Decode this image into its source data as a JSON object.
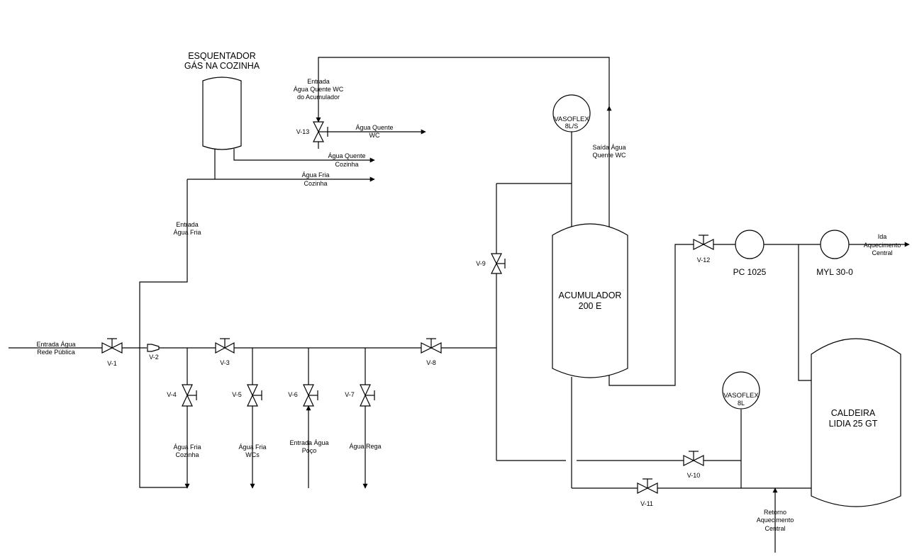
{
  "equipment": {
    "esquentador": [
      "ESQUENTADOR",
      "GÁS NA COZINHA"
    ],
    "acumulador": [
      "ACUMULADOR",
      "200 E"
    ],
    "caldeira": [
      "CALDEIRA",
      "LIDIA 25 GT"
    ],
    "vasoflex_top": [
      "VASOFLEX",
      "8L/S"
    ],
    "vasoflex_bottom": [
      "VASOFLEX",
      "8L"
    ],
    "pump_1": "PC 1025",
    "pump_2": "MYL 30-0"
  },
  "valves": {
    "v1": "V-1",
    "v2": "V-2",
    "v3": "V-3",
    "v4": "V-4",
    "v5": "V-5",
    "v6": "V-6",
    "v7": "V-7",
    "v8": "V-8",
    "v9": "V-9",
    "v10": "V-10",
    "v11": "V-11",
    "v12": "V-12",
    "v13": "V-13"
  },
  "labels": {
    "entrada_rede": [
      "Entrada Água",
      "Rede Pública"
    ],
    "entrada_agua_fria": [
      "Entrada",
      "Água Fria"
    ],
    "entrada_quente_wc": [
      "Entrada",
      "Água Quente WC",
      "do Acumulador"
    ],
    "agua_quente_wc": [
      "Água Quente",
      "WC"
    ],
    "agua_quente_cozinha": [
      "Água Quente",
      "Cozinha"
    ],
    "agua_fria_cozinha_top": [
      "Água Fria",
      "Cozinha"
    ],
    "saida_agua_quente_wc": [
      "Saída Água",
      "Quente WC"
    ],
    "agua_fria_cozinha_bottom": [
      "Água Fria",
      "Cozinha"
    ],
    "agua_fria_wcs": [
      "Água Fria",
      "WCs"
    ],
    "entrada_agua_poco": [
      "Entrada Água",
      "Poço"
    ],
    "agua_rega": [
      "Água Rega"
    ],
    "ida_aquecimento": [
      "Ida",
      "Aquecimento",
      "Central"
    ],
    "retorno_aquecimento": [
      "Retorno",
      "Aquecimento",
      "Central"
    ]
  }
}
